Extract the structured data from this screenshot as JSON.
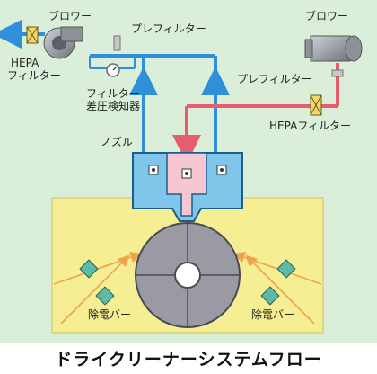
{
  "labels": {
    "blower_left": "ブロワー",
    "prefilter_top": "プレフィルター",
    "hepa_left_line1": "HEPA",
    "hepa_left_line2": "フィルター",
    "gauge_line1": "フィルター",
    "gauge_line2": "差圧検知器",
    "blower_right": "ブロワー",
    "prefilter_right": "プレフィルター",
    "hepa_right": "HEPAフィルター",
    "nozzle": "ノズル",
    "ionizer_left": "除電バー",
    "ionizer_right": "除電バー"
  },
  "caption": "ドライクリーナーシステムフロー",
  "colors": {
    "background": "#dbeed9",
    "blue_line": "#2f8fd8",
    "pink_line": "#e65d6f",
    "nozzle_blue": "#7fc6ea",
    "nozzle_pink": "#f7c6d3",
    "base_yellow": "#f5ee92",
    "roller_gray": "#9a9aa4",
    "beam_orange": "#f2a24a",
    "ionizer_teal": "#5fb9a8"
  }
}
